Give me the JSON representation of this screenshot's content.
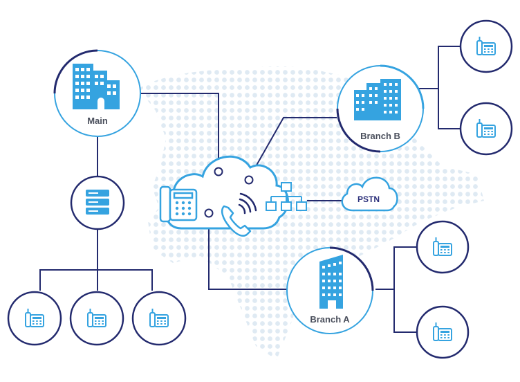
{
  "nodes": {
    "main": {
      "label": "Main",
      "icon": "office-building-icon"
    },
    "branch_b": {
      "label": "Branch B",
      "icon": "office-building-icon"
    },
    "branch_a": {
      "label": "Branch A",
      "icon": "office-tower-icon"
    },
    "pstn": {
      "label": "PSTN",
      "icon": "cloud-icon"
    },
    "server": {
      "icon": "server-icon"
    },
    "cloud": {
      "icons": [
        "desk-phone-icon",
        "handset-call-icon",
        "network-switch-icon"
      ]
    },
    "phones": {
      "icon": "desk-phone-icon",
      "count": 7
    }
  },
  "colors": {
    "navy": "#232a6e",
    "blue": "#35a3e0",
    "map_dots": "#dfeaf3",
    "text": "#4a4f5c"
  }
}
